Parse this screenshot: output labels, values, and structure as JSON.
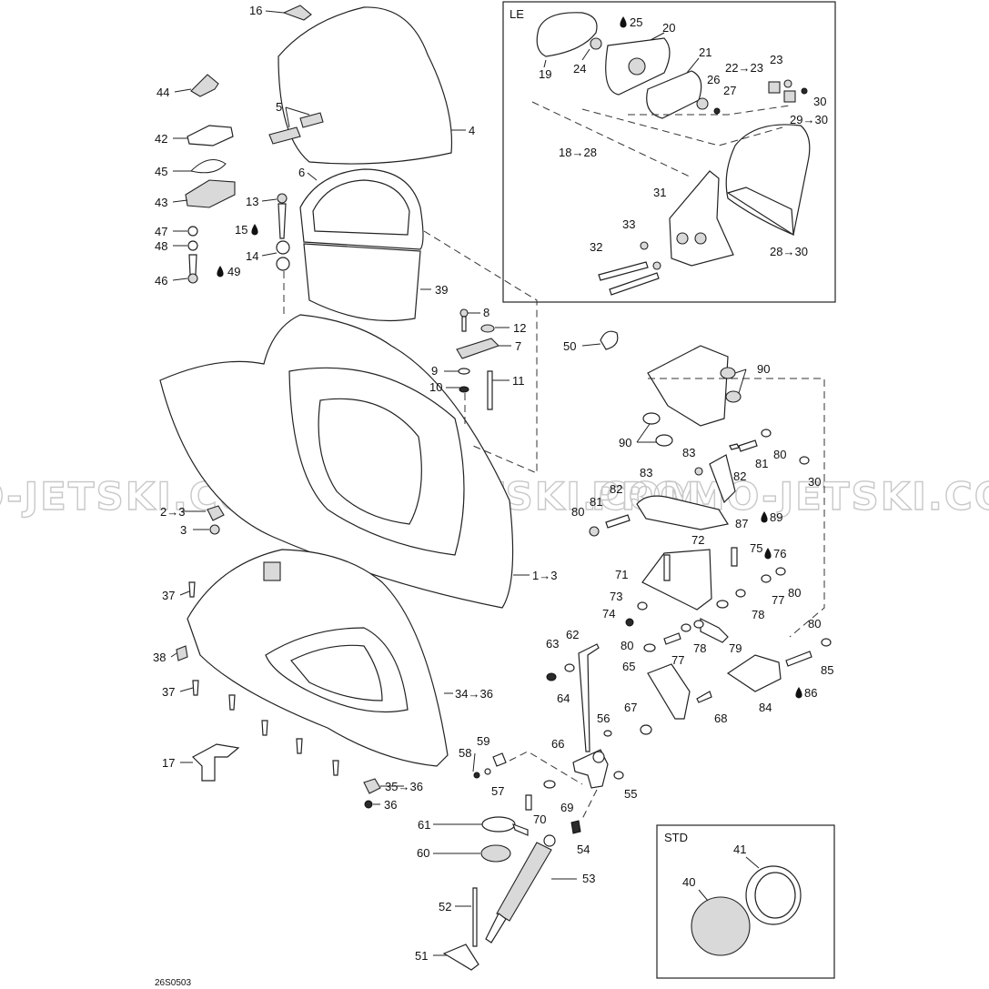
{
  "watermark": "PROMO-JETSKI.COM",
  "drawing_code": "26S0503",
  "insets": {
    "le": "LE",
    "std": "STD"
  },
  "labels": {
    "l1": "1→3",
    "l2": "2→3",
    "l3": "3",
    "l4": "4",
    "l5": "5",
    "l6": "6",
    "l7": "7",
    "l8": "8",
    "l9": "9",
    "l10": "10",
    "l11": "11",
    "l12": "12",
    "l13": "13",
    "l14": "14",
    "l15": "15",
    "l16": "16",
    "l17": "17",
    "l18": "18→28",
    "l19": "19",
    "l20": "20",
    "l21": "21",
    "l22": "22→23",
    "l23": "23",
    "l24": "24",
    "l25": "25",
    "l26": "26",
    "l27": "27",
    "l28": "28→30",
    "l29": "29→30",
    "l30": "30",
    "l31": "31",
    "l32": "32",
    "l33": "33",
    "l34": "34→36",
    "l35": "35→36",
    "l36": "36",
    "l37a": "37",
    "l37b": "37",
    "l38": "38",
    "l39": "39",
    "l40": "40",
    "l41": "41",
    "l42": "42",
    "l43": "43",
    "l44": "44",
    "l45": "45",
    "l46": "46",
    "l47": "47",
    "l48": "48",
    "l49": "49",
    "l50": "50",
    "l51": "51",
    "l52": "52",
    "l53": "53",
    "l54": "54",
    "l55": "55",
    "l56": "56",
    "l57": "57",
    "l58": "58",
    "l59": "59",
    "l60": "60",
    "l61": "61",
    "l62": "62",
    "l63": "63",
    "l64": "64",
    "l65": "65",
    "l66": "66",
    "l67": "67",
    "l68": "68",
    "l69": "69",
    "l70": "70",
    "l71": "71",
    "l72": "72",
    "l73": "73",
    "l74": "74",
    "l75": "75",
    "l76": "76",
    "l77a": "77",
    "l77b": "77",
    "l78a": "78",
    "l78b": "78",
    "l79": "79",
    "l80a": "80",
    "l80b": "80",
    "l80c": "80",
    "l80d": "80",
    "l80e": "80",
    "l81a": "81",
    "l81b": "81",
    "l82a": "82",
    "l82b": "82",
    "l83a": "83",
    "l83b": "83",
    "l84": "84",
    "l85": "85",
    "l86": "86",
    "l87": "87",
    "l89": "89",
    "l90a": "90",
    "l90b": "90",
    "l30b": "30"
  }
}
